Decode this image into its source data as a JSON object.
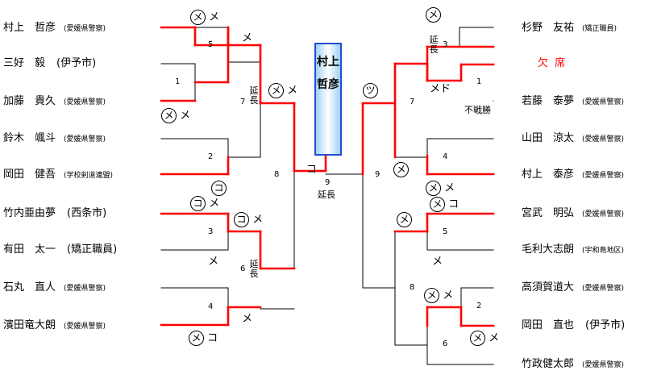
{
  "left_players": [
    {
      "name": "村上　哲彦",
      "aff": "(愛媛県警察)"
    },
    {
      "name": "三好　毅",
      "aff": "(伊予市)"
    },
    {
      "name": "加藤　貴久",
      "aff": "(愛媛県警察)"
    },
    {
      "name": "鈴木　颯斗",
      "aff": "(愛媛県警察)"
    },
    {
      "name": "岡田　健吾",
      "aff": "(学校剣道連盟)"
    },
    {
      "name": "竹内亜由夢",
      "aff": "(西条市)"
    },
    {
      "name": "有田　太一",
      "aff": "(矯正職員)"
    },
    {
      "name": "石丸　直人",
      "aff": "(愛媛県警察)"
    },
    {
      "name": "濱田竜大朗",
      "aff": "(愛媛県警察)"
    }
  ],
  "right_players": [
    {
      "name": "杉野　友祐",
      "aff": "(矯正職員)"
    },
    {
      "name": "欠席",
      "aff": ""
    },
    {
      "name": "若藤　泰夢",
      "aff": "(愛媛県警察)"
    },
    {
      "name": "山田　涼太",
      "aff": "(愛媛県警察)"
    },
    {
      "name": "村上　泰彦",
      "aff": "(愛媛県警察)"
    },
    {
      "name": "宮武　明弘",
      "aff": "(愛媛県警察)"
    },
    {
      "name": "毛利大志朗",
      "aff": "(宇和島地区)"
    },
    {
      "name": "高須賀道大",
      "aff": "(愛媛県警察)"
    },
    {
      "name": "岡田　直也",
      "aff": "(伊予市)"
    },
    {
      "name": "竹政健太郎",
      "aff": "(愛媛県警察)"
    }
  ],
  "champion": {
    "line1": "村上",
    "line2": "哲彦"
  },
  "match_numbers": {
    "l1": "1",
    "l2": "2",
    "l3": "3",
    "l4": "4",
    "l5": "5",
    "l6": "6",
    "l7": "7",
    "l8": "8",
    "final": "9",
    "final_sub": "延長",
    "r9": "9",
    "r1": "1",
    "r2": "2",
    "r3": "3",
    "r4": "4",
    "r5": "5",
    "r6": "6",
    "r7": "7",
    "r8": "8"
  },
  "labels": {
    "fusen": "不戦勝",
    "encho": "延長"
  },
  "techniques": {
    "men": "メ",
    "kote": "コ",
    "do": "ド",
    "tsuki": "ツ"
  }
}
